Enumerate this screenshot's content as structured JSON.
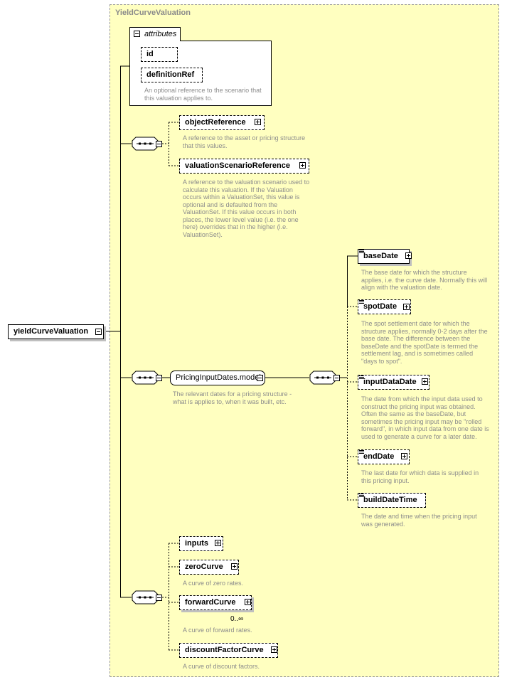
{
  "frame": {
    "title": "YieldCurveValuation"
  },
  "attributes": {
    "tab_label": "attributes",
    "items": [
      "id",
      "definitionRef"
    ],
    "definitionRef_doc": "An optional reference to the scenario that this valuation applies to."
  },
  "root": {
    "label": "yieldCurveValuation"
  },
  "seq1": {
    "objectReference": {
      "label": "objectReference",
      "doc": "A reference to the asset or pricing structure that this values."
    },
    "valuationScenarioReference": {
      "label": "valuationScenarioReference",
      "doc": "A reference to the valuation scenario used to calculate this valuation. If the Valuation occurs within a ValuationSet, this value is optional and is defaulted from the ValuationSet. If this value occurs in both places, the lower level value (i.e. the one here) overrides that in the higher (i.e. ValuationSet)."
    }
  },
  "group": {
    "label": "PricingInputDates.model",
    "doc": "The relevant dates for a pricing structure - what is applies to, when it was built, etc."
  },
  "dates": [
    {
      "label": "baseDate",
      "doc": "The base date for which the structure applies, i.e. the curve date. Normally this will align with the valuation date."
    },
    {
      "label": "spotDate",
      "doc": "The spot settlement date for which the structure applies, normally 0-2 days after the base date. The difference between the baseDate and the spotDate is termed the settlement lag, and is sometimes called \"days to spot\"."
    },
    {
      "label": "inputDataDate",
      "doc": "The date from which the input data used to construct the pricing input was obtained. Often the same as the baseDate, but sometimes the pricing input may be \"rolled forward\", in which input data from one date is used to generate a curve for a later date."
    },
    {
      "label": "endDate",
      "doc": "The last date for which data is supplied in this pricing input."
    },
    {
      "label": "buildDateTime",
      "doc": "The date and time when the pricing input was generated."
    }
  ],
  "seq3": {
    "inputs": {
      "label": "inputs"
    },
    "zeroCurve": {
      "label": "zeroCurve",
      "doc": "A curve of zero rates."
    },
    "forwardCurve": {
      "label": "forwardCurve",
      "doc": "A curve of forward rates.",
      "multiplicity": "0..∞"
    },
    "discountFactorCurve": {
      "label": "discountFactorCurve",
      "doc": "A curve of discount factors."
    }
  }
}
